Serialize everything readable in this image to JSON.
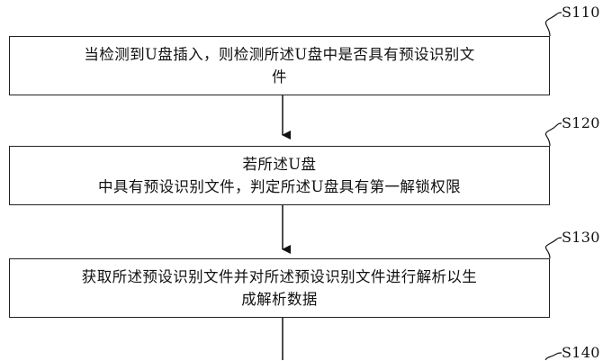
{
  "steps": [
    {
      "id": "S110",
      "text": "当检测到U盘插入，则检测所述U盘中是否具有预设识别文\n件"
    },
    {
      "id": "S120",
      "text": "若所述U盘\n中具有预设识别文件，判定所述U盘具有第一解锁权限"
    },
    {
      "id": "S130",
      "text": "获取所述预设识别文件并对所述预设识别文件进行解析以生\n成解析数据"
    },
    {
      "id": "S140",
      "text": ""
    }
  ]
}
